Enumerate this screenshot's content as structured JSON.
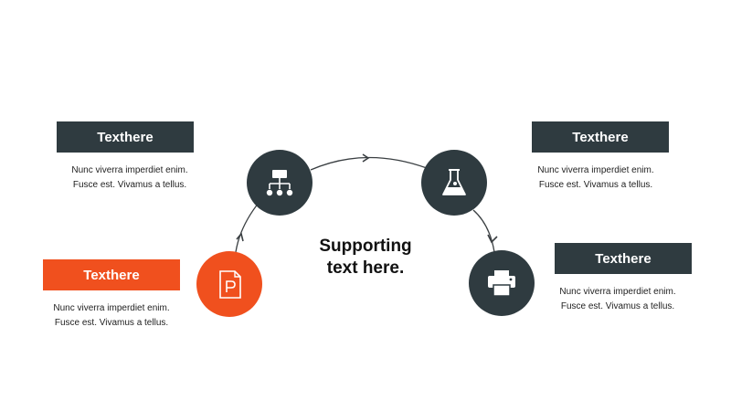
{
  "colors": {
    "dark": "#2f3b40",
    "accent": "#f0501e",
    "connector": "#3a3f42"
  },
  "center_text": {
    "line1": "Supporting",
    "line2": "text here."
  },
  "items": [
    {
      "title": "Texthere",
      "line1": "Nunc viverra  imperdiet enim.",
      "line2": "Fusce est. Vivamus a tellus.",
      "icon": "document-p-icon",
      "highlight": true
    },
    {
      "title": "Texthere",
      "line1": "Nunc viverra  imperdiet enim.",
      "line2": "Fusce est. Vivamus a tellus.",
      "icon": "hierarchy-icon",
      "highlight": false
    },
    {
      "title": "Texthere",
      "line1": "Nunc viverra  imperdiet enim.",
      "line2": "Fusce est. Vivamus a tellus.",
      "icon": "flask-icon",
      "highlight": false
    },
    {
      "title": "Texthere",
      "line1": "Nunc viverra  imperdiet enim.",
      "line2": "Fusce est. Vivamus a tellus.",
      "icon": "printer-icon",
      "highlight": false
    }
  ]
}
